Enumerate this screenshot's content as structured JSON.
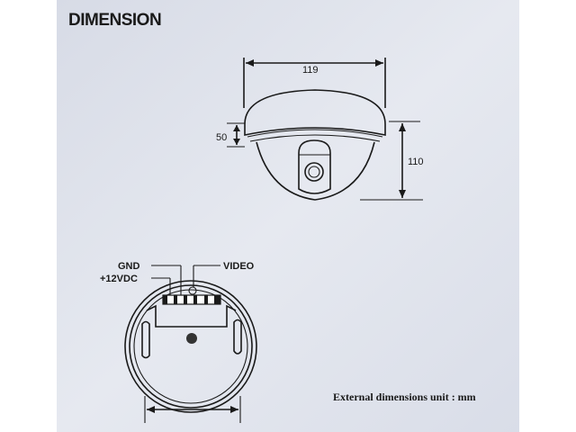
{
  "title": "DIMENSION",
  "dome_view": {
    "width_label": "119",
    "cover_height_label": "50",
    "total_height_label": "110"
  },
  "base_view": {
    "gnd_label": "GND",
    "power_label": "+12VDC",
    "video_label": "VIDEO"
  },
  "footnote": "External dimensions unit : mm",
  "colors": {
    "paper": "#dfe3ec",
    "ink": "#1a1a1a"
  }
}
